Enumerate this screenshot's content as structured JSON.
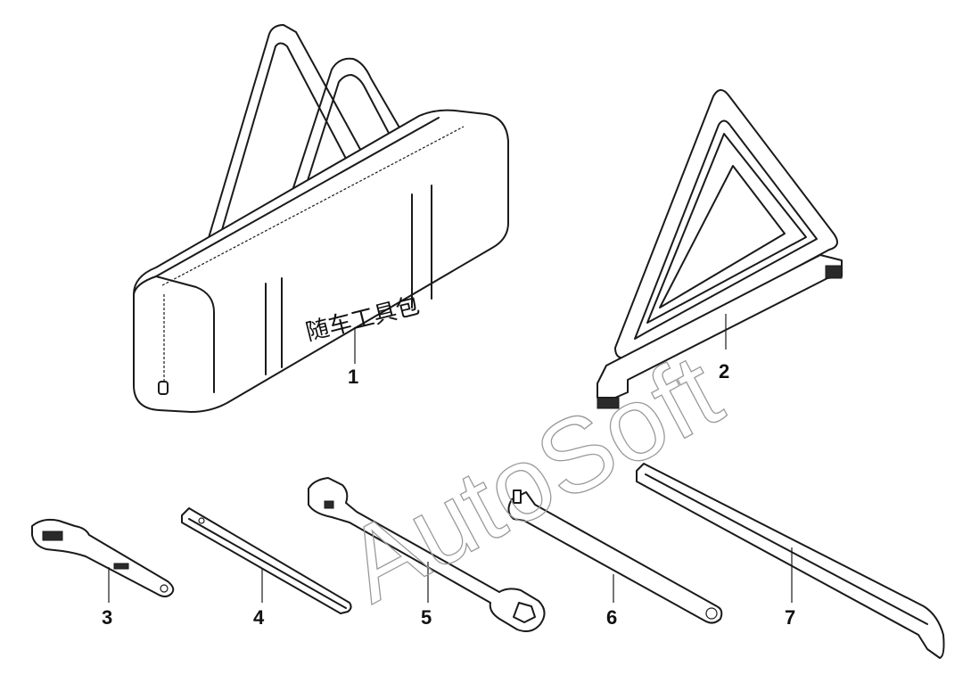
{
  "diagram": {
    "bag_label": "随车工具包",
    "watermark": "AutoSoft",
    "callouts": [
      "1",
      "2",
      "3",
      "4",
      "5",
      "6",
      "7"
    ]
  },
  "colors": {
    "ink": "#1a1a1a",
    "watermark": "#9a9a9a",
    "background": "#ffffff"
  }
}
